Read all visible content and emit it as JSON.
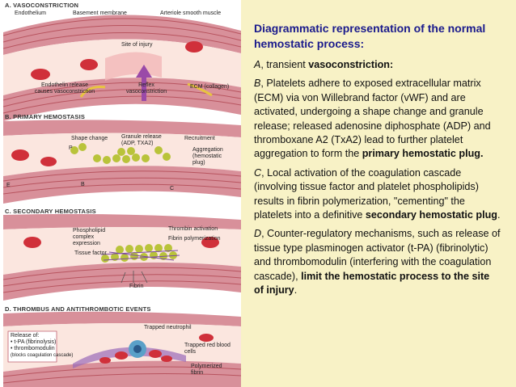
{
  "figure": {
    "sections": {
      "a": {
        "title": "A. VASOCONSTRICTION",
        "labels": [
          "Endothelium",
          "Basement membrane",
          "Arteriole smooth muscle",
          "Site of injury",
          "Endothelin release causes vasoconstriction",
          "Reflex vasoconstriction",
          "ECM (collagen)"
        ]
      },
      "b": {
        "title": "B. PRIMARY HEMOSTASIS",
        "labels": [
          "Shape change",
          "Granule release (ADP, TXA2)",
          "Recruitment",
          "Aggregation (hemostatic plug)",
          "E",
          "B",
          "C",
          "P"
        ]
      },
      "c": {
        "title": "C. SECONDARY HEMOSTASIS",
        "labels": [
          "Phospholipid complex expression",
          "Thrombin activation",
          "Fibrin polymerization",
          "Tissue factor",
          "Fibrin"
        ]
      },
      "d": {
        "title": "D. THROMBUS AND ANTITHROMBOTIC EVENTS",
        "labels": [
          "Release of:",
          "• t-PA (fibrinolysis)",
          "• thrombomodulin",
          "(blocks coagulation cascade)",
          "Trapped neutrophil",
          "Trapped red blood cells",
          "Polymerized fibrin"
        ]
      }
    },
    "colors": {
      "vessel_wall": "#d8909a",
      "wall_stripe": "#b8545f",
      "lumen": "#fbe6df",
      "rbc": "#d0303a",
      "platelet": "#b9c33a",
      "fibrin": "#7a4aa0",
      "arrow": "#e8c440"
    }
  },
  "text": {
    "title": "Diagrammatic representation of the normal hemostatic process:",
    "pA": {
      "letter": "A",
      "t1": ", transient ",
      "bold": "vasoconstriction:"
    },
    "pB": {
      "letter": "B",
      "t1": ", Platelets adhere to exposed extracellular matrix (ECM) via von Willebrand factor (vWF) and are activated, undergoing a shape change and granule release; released adenosine diphosphate (ADP) and thromboxane A2 (TxA2) lead to further platelet aggregation to form the ",
      "bold": "primary hemostatic plug."
    },
    "pC": {
      "letter": "C",
      "t1": ", Local activation of the coagulation cascade (involving tissue factor and platelet phospholipids) results in fibrin polymerization, \"cementing\" the platelets into a definitive ",
      "bold": "secondary hemostatic plug",
      "t2": "."
    },
    "pD": {
      "letter": "D",
      "t1": ", Counter-regulatory mechanisms, such as release of tissue type plasminogen activator (t-PA) (fibrinolytic) and thrombomodulin (interfering with the coagulation cascade), ",
      "bold": "limit the hemostatic process to the site of injury",
      "t2": "."
    }
  }
}
